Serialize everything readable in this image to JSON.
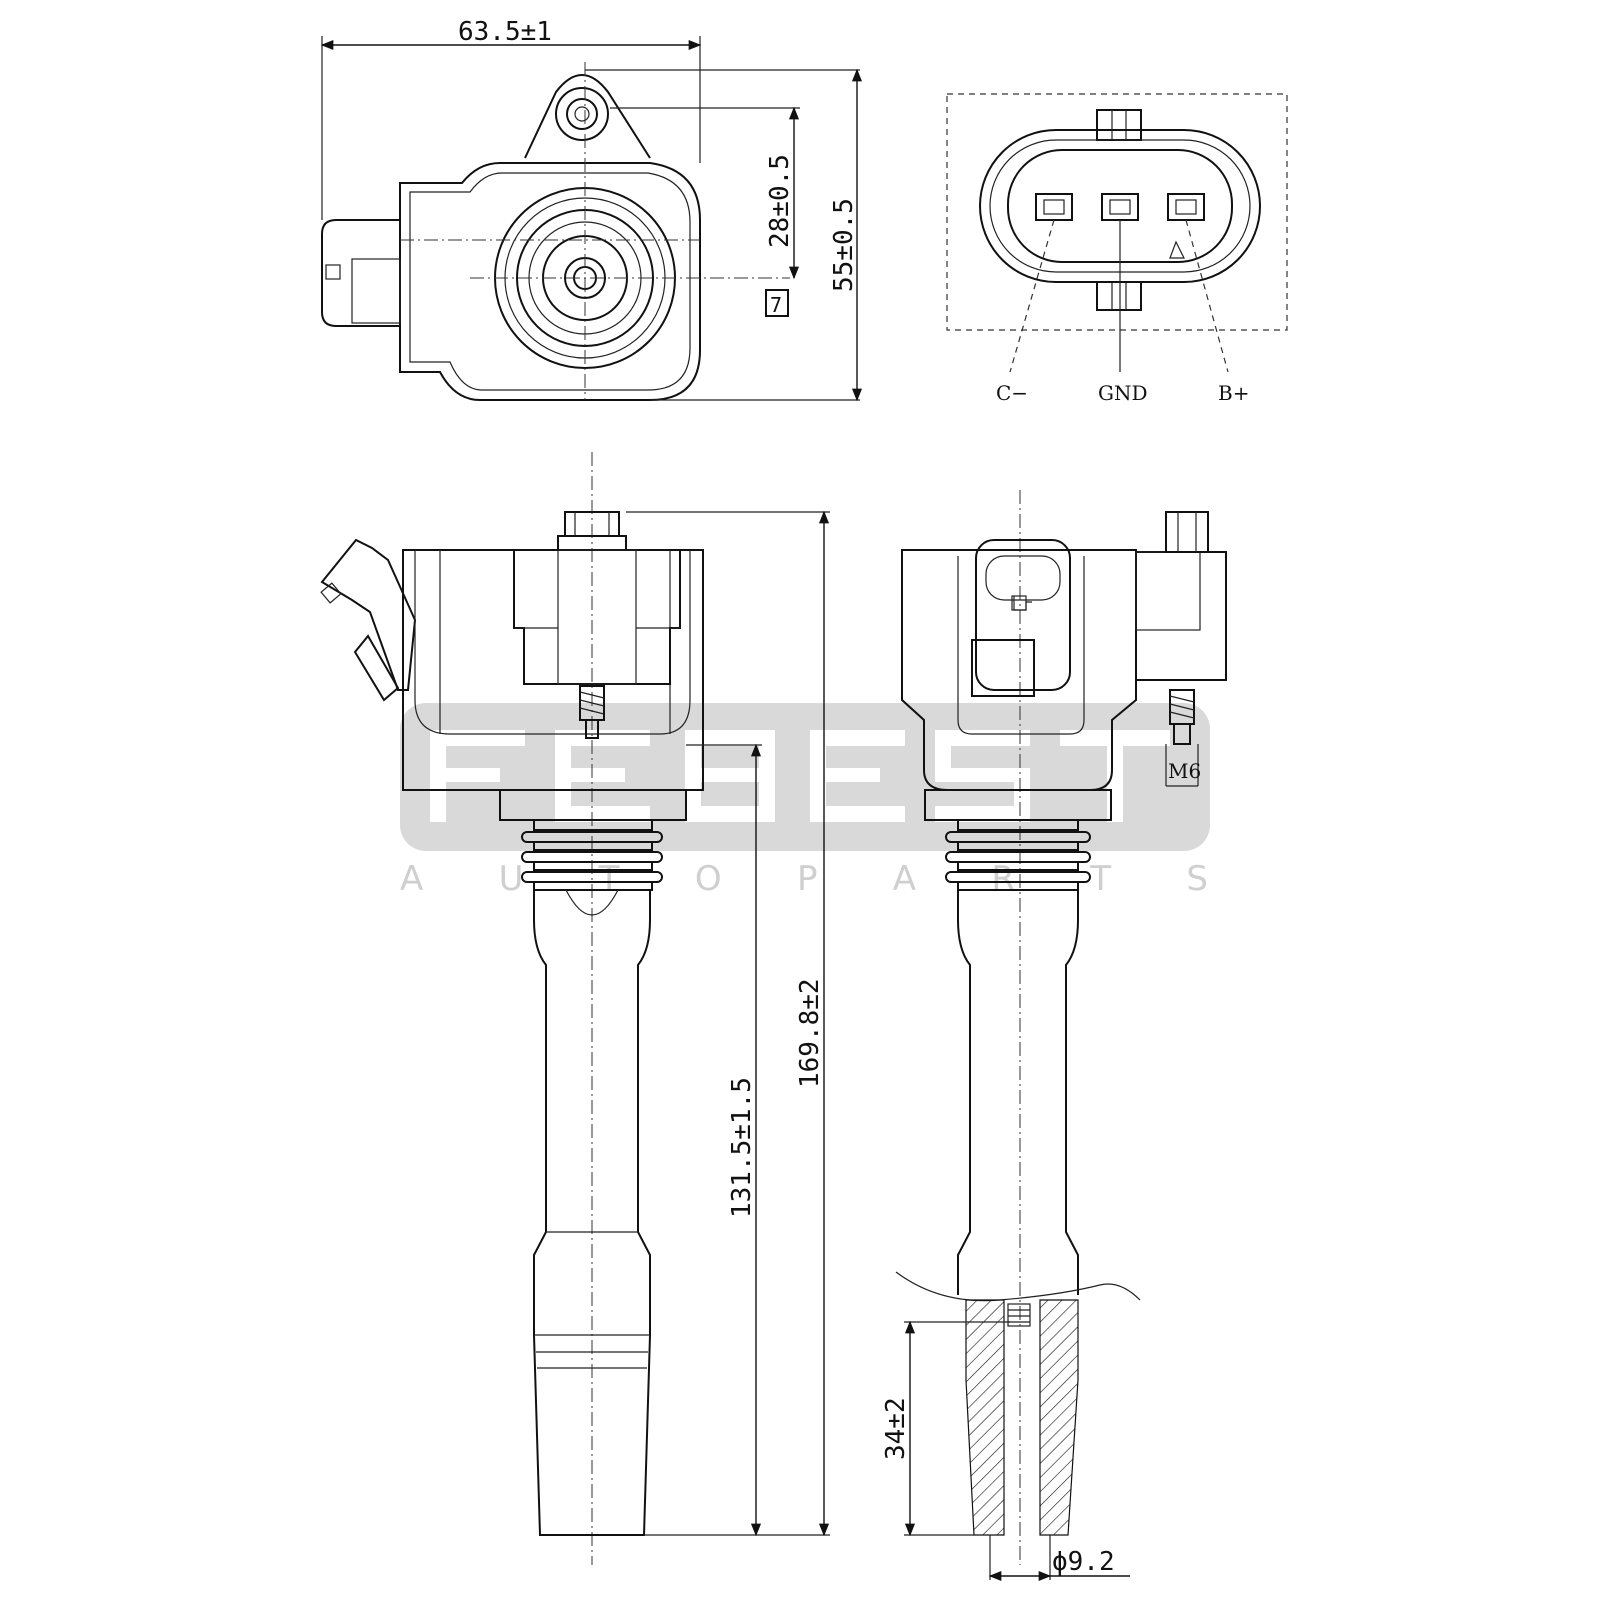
{
  "dimensions": {
    "width_top": "63.5±1",
    "height_mount": "28±0.5",
    "height_top": "55±0.5",
    "datum_box": "7",
    "length_total": "169.8±2",
    "length_boot": "131.5±1.5",
    "thread": "M6",
    "tip_length": "34±2",
    "tip_diameter": "ϕ9.2"
  },
  "connector_pins": [
    "C−",
    "GND",
    "B+"
  ],
  "watermark": {
    "brand": "FEBEST",
    "tagline": "A U T O   P A R T S"
  }
}
